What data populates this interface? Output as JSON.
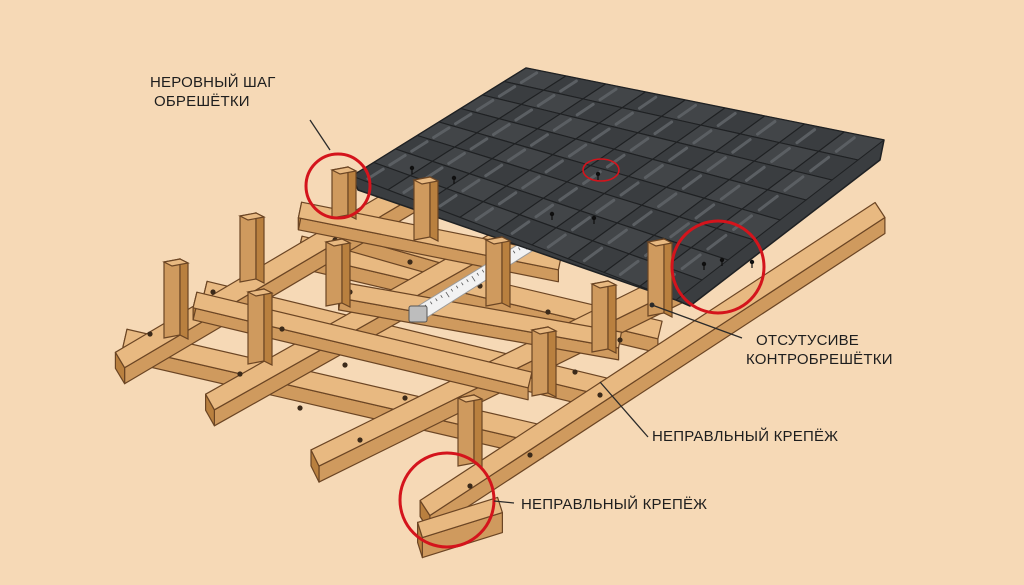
{
  "colors": {
    "background": "#f6d9b6",
    "wood_top": "#e8b981",
    "wood_side": "#cf9a5e",
    "wood_end": "#b9803f",
    "wood_edge": "#6b4524",
    "tile_dark": "#3a3d40",
    "tile_light": "#5b5f63",
    "tile_edge": "#1f2123",
    "highlight_circle": "#d4141c",
    "leader_line": "#2a2a2a"
  },
  "annotations": {
    "uneven_spacing": {
      "line1": "НЕРОВНЫЙ ШАГ",
      "line2": "ОБРЕШЁТКИ"
    },
    "no_counter_batten": {
      "line1": "ОТСУТУСИВЕ",
      "line2": "КОНТРОБРЕШЁТКИ"
    },
    "wrong_fastener_1": {
      "text": "НЕПРАВЛЬНЫЙ КРЕПЁЖ"
    },
    "wrong_fastener_2": {
      "text": "НЕПРАВЛЬНЫЙ КРЕПЁЖ"
    }
  },
  "icons": {
    "measuring_tape": "measuring-tape-icon",
    "screw": "screw-icon"
  }
}
